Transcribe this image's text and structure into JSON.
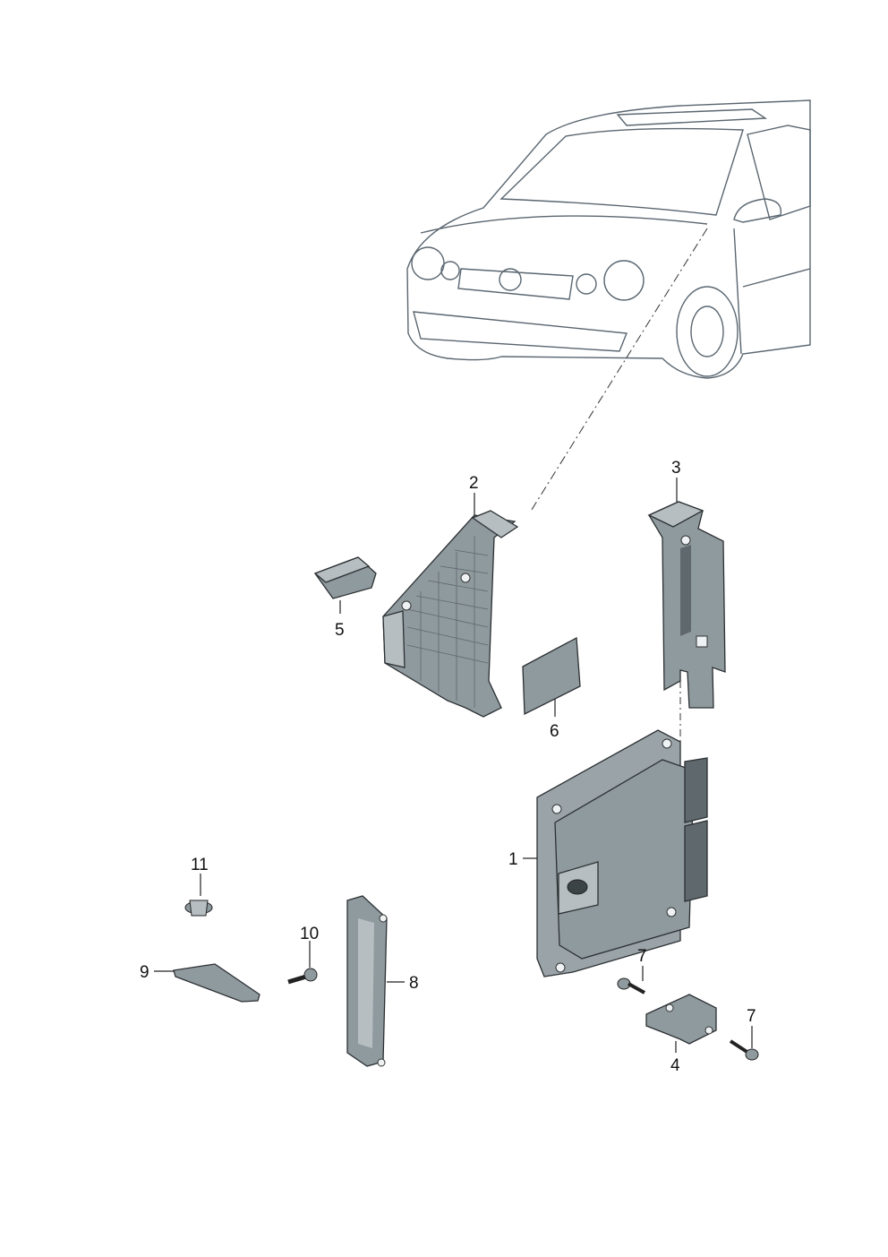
{
  "colors": {
    "car_body": "#dfe5e9",
    "car_glass": "#b9c6cc",
    "car_outline": "#5a6670",
    "part_fill": "#8f9a9e",
    "part_dark": "#5f686c",
    "part_light": "#b6bec1"
  },
  "callouts": [
    {
      "id": "c1",
      "label": "1"
    },
    {
      "id": "c2",
      "label": "2"
    },
    {
      "id": "c3",
      "label": "3"
    },
    {
      "id": "c4",
      "label": "4"
    },
    {
      "id": "c5",
      "label": "5"
    },
    {
      "id": "c6",
      "label": "6"
    },
    {
      "id": "c7a",
      "label": "7"
    },
    {
      "id": "c7b",
      "label": "7"
    },
    {
      "id": "c8",
      "label": "8"
    },
    {
      "id": "c9",
      "label": "9"
    },
    {
      "id": "c10",
      "label": "10"
    },
    {
      "id": "c11",
      "label": "11"
    }
  ]
}
